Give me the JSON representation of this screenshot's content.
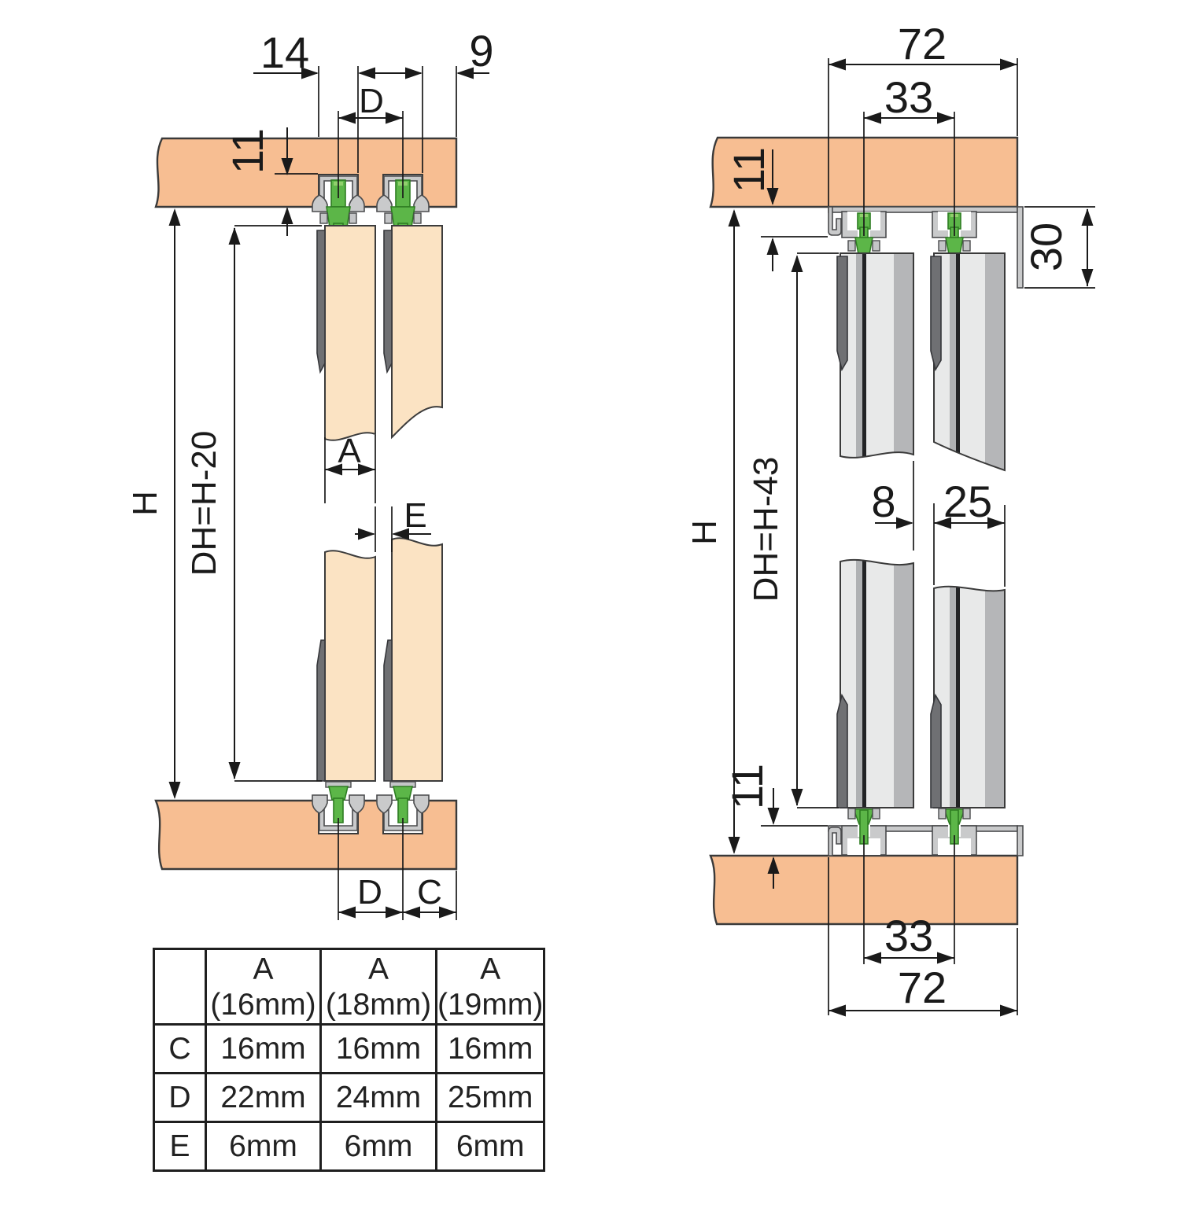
{
  "diagram_left": {
    "dims": {
      "groove_width": "14",
      "edge_offset": "9",
      "track_spacing_top": "D",
      "routing_depth": "11",
      "opening_height": "H",
      "door_height": "DH=H-20",
      "door_thickness": "A",
      "door_gap": "E",
      "track_spacing_bottom": "D",
      "edge_distance_bottom": "C"
    }
  },
  "diagram_right": {
    "dims": {
      "track_width_top": "72",
      "roller_spacing_top": "33",
      "track_height_top": "11",
      "fascia_height": "30",
      "opening_height": "H",
      "door_height": "DH=H-43",
      "door_gap": "8",
      "door_thickness": "25",
      "track_height_bottom": "11",
      "roller_spacing_bottom": "33",
      "track_width_bottom": "72"
    }
  },
  "table": {
    "headers": [
      {
        "l1": "A",
        "l2": "(16mm)"
      },
      {
        "l1": "A",
        "l2": "(18mm)"
      },
      {
        "l1": "A",
        "l2": "(19mm)"
      }
    ],
    "rows": [
      {
        "label": "C",
        "v0": "16mm",
        "v1": "16mm",
        "v2": "16mm"
      },
      {
        "label": "D",
        "v0": "22mm",
        "v1": "24mm",
        "v2": "25mm"
      },
      {
        "label": "E",
        "v0": "6mm",
        "v1": "6mm",
        "v2": "6mm"
      }
    ]
  },
  "colors": {
    "wood_panel": "#F7BE92",
    "wood_door": "#FBE3C3",
    "roller_green": "#5CB648",
    "track_gray": "#C9CACB",
    "alu_door_light": "#E8E9E9",
    "alu_door_mid": "#AFB1B3",
    "line": "#1A1A1A"
  }
}
